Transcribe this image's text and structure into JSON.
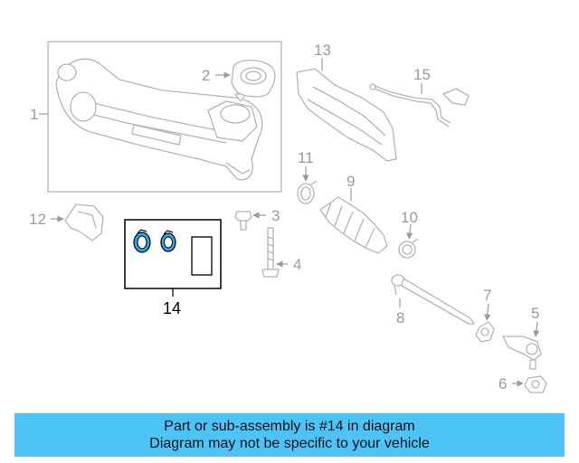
{
  "callouts": {
    "c1": "1",
    "c2": "2",
    "c3": "3",
    "c4": "4",
    "c5": "5",
    "c6": "6",
    "c7": "7",
    "c8": "8",
    "c9": "9",
    "c10": "10",
    "c11": "11",
    "c12": "12",
    "c13": "13",
    "c14": "14",
    "c15": "15"
  },
  "banner": {
    "line1": "Part or sub-assembly is #14 in diagram",
    "line2": "Diagram may not be specific to your vehicle"
  },
  "colors": {
    "banner_bg": "#4dc3f7",
    "highlight_fill": "#29a9e8",
    "callout_gray": "#9a9a9a"
  }
}
